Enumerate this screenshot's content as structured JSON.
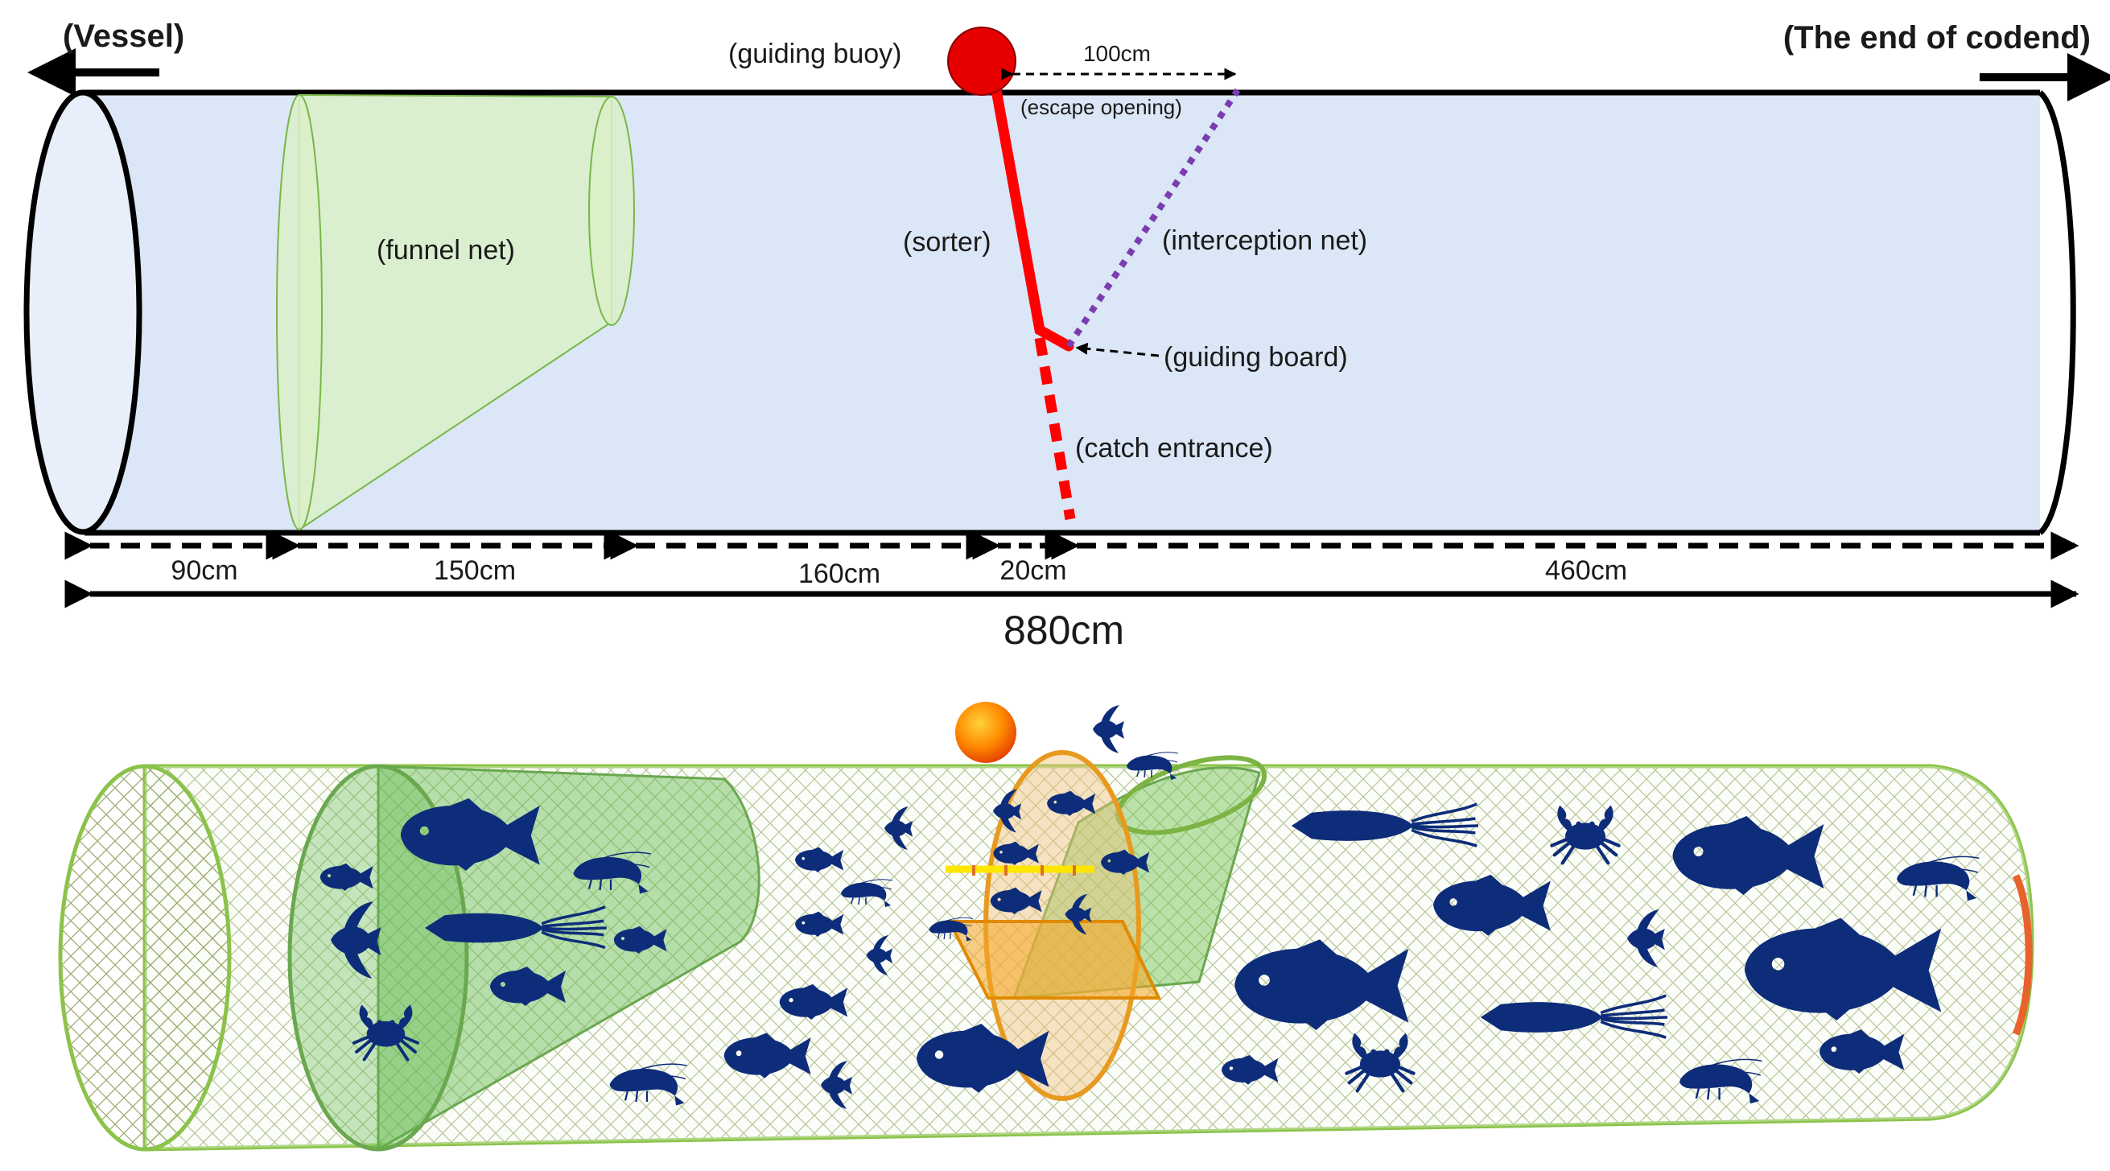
{
  "top": {
    "vessel_label": "(Vessel)",
    "end_label": "(The end of codend)",
    "buoy_label": "(guiding buoy)",
    "escape_width": "100cm",
    "escape_label": "(escape opening)",
    "funnel_label": "(funnel net)",
    "sorter_label": "(sorter)",
    "interception_label": "(interception  net)",
    "guiding_board_label": "(guiding  board)",
    "catch_entrance_label": "(catch entrance)",
    "segments": [
      "90cm",
      "150cm",
      "160cm",
      "20cm",
      "460cm"
    ],
    "total": "880cm"
  },
  "colors": {
    "tube_fill": "#dbe6f6",
    "funnel": "#d9f0c8",
    "sorter": "#ff0000",
    "interception": "#7a3db0",
    "buoy": "#e60000",
    "fish": "#0d2d7a",
    "net": "#8bc34a",
    "sorter_bottom": "#f5a623",
    "codend_end": "#e8632b"
  },
  "bottom": {
    "icons": [
      "fish-icon",
      "shrimp-icon",
      "squid-icon",
      "crab-icon",
      "angelfish-icon"
    ]
  }
}
